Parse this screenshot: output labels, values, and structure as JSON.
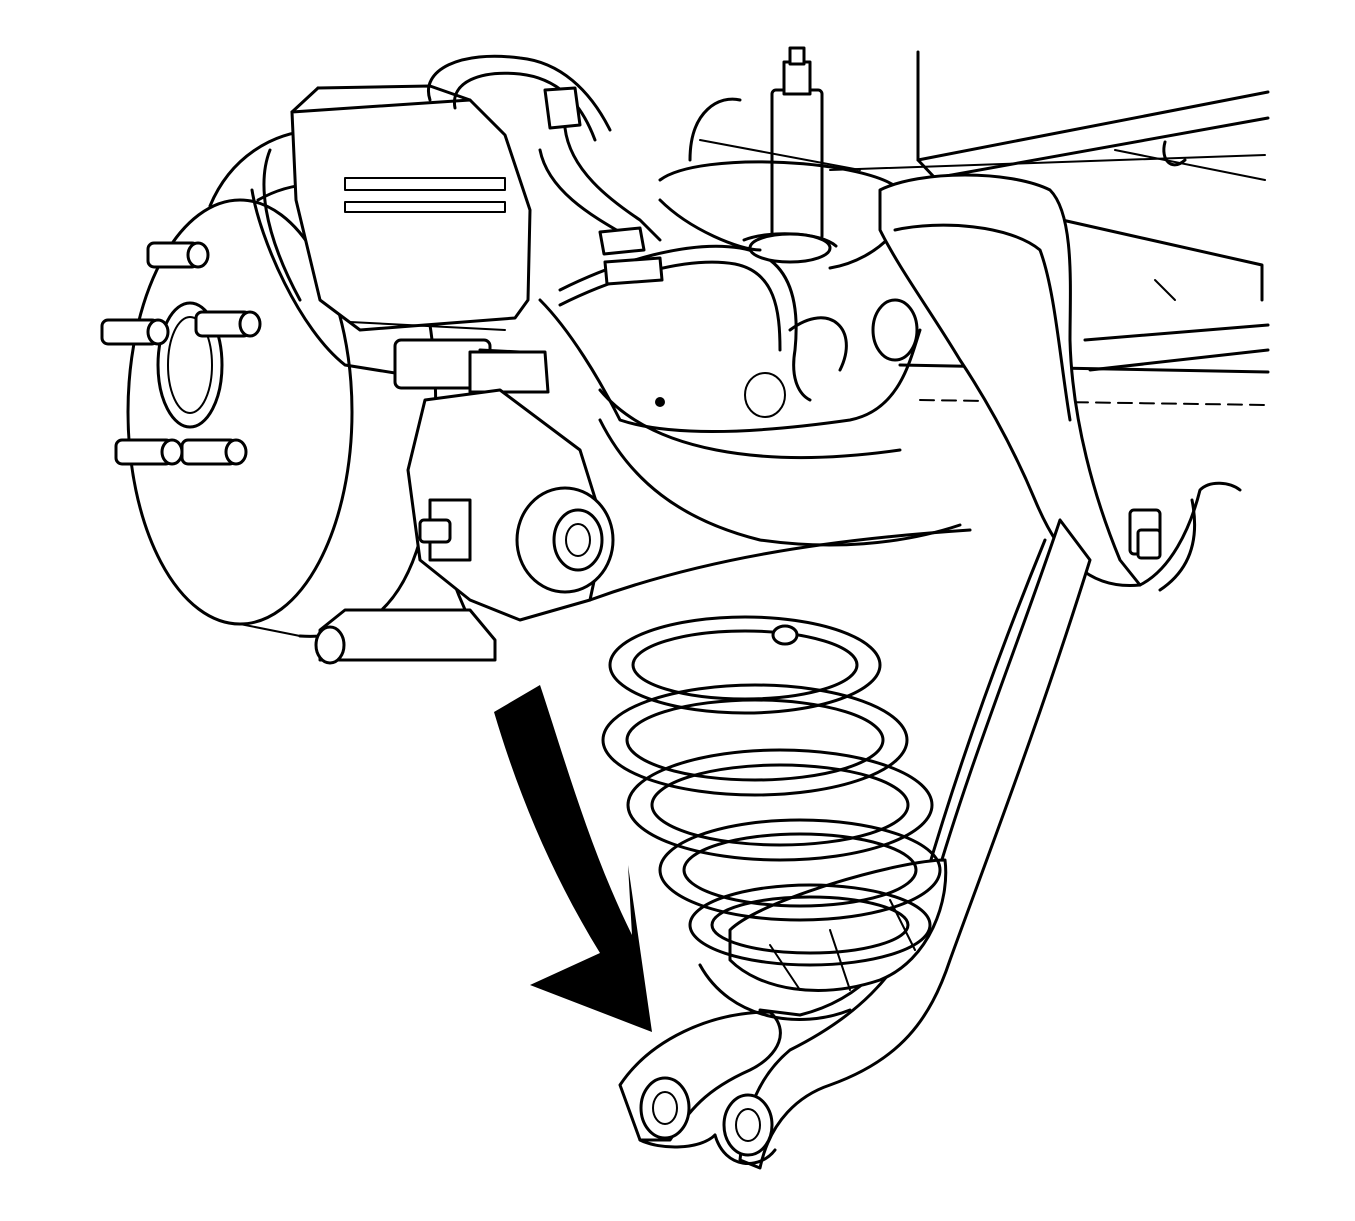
{
  "diagram": {
    "subject": "rear-suspension-lower-control-arm-and-coil-spring-removal",
    "line_color": "#000000",
    "background_color": "#ffffff",
    "arrow": {
      "direction": "down",
      "meaning": "lower-control-arm-swing-down"
    }
  }
}
